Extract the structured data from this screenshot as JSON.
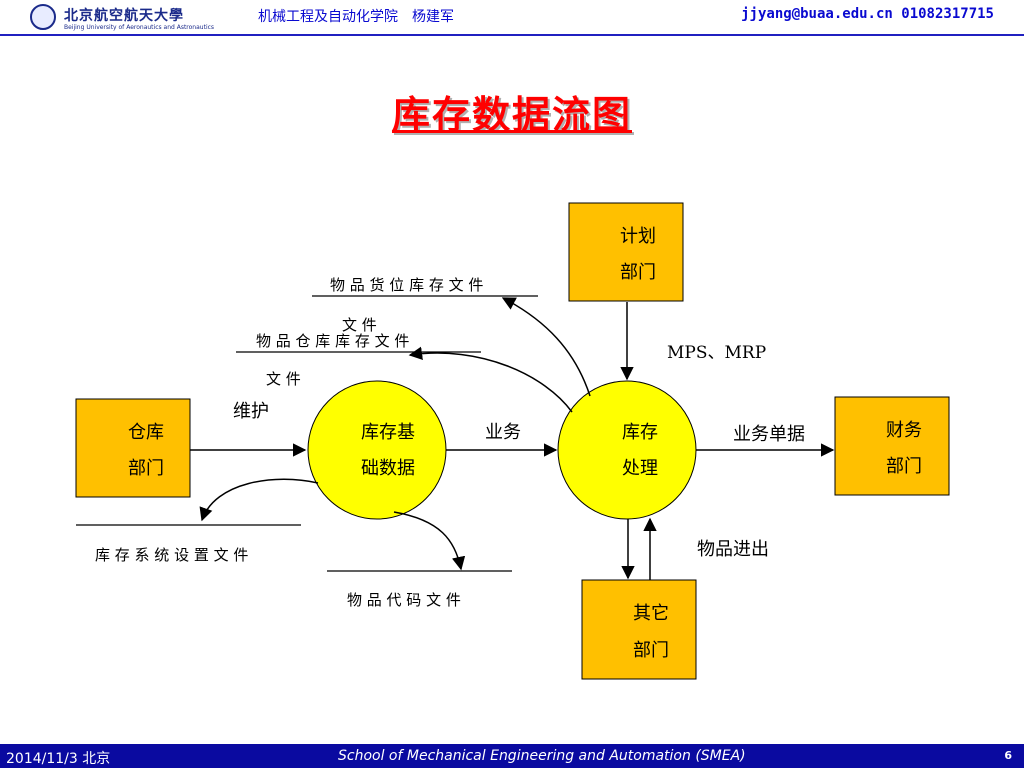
{
  "header": {
    "logo_text": "北京航空航天大學",
    "logo_subtext": "Beijing University of Aeronautics and Astronautics",
    "department": "机械工程及自动化学院　杨建军",
    "contact": "jjyang@buaa.edu.cn  01082317715"
  },
  "slide": {
    "title": "库存数据流图"
  },
  "diagram": {
    "entities": {
      "warehouse": [
        "仓库",
        "部门"
      ],
      "planning": [
        "计划",
        "部门"
      ],
      "finance": [
        "财务",
        "部门"
      ],
      "other": [
        "其它",
        "部门"
      ]
    },
    "processes": {
      "inventory_base": [
        "库存基",
        "础数据"
      ],
      "inventory_proc": [
        "库存",
        "处理"
      ]
    },
    "data_stores": {
      "goods_location": "物 品 货 位 库 存 文 件",
      "goods_location_overflow": "文 件",
      "goods_warehouse": "物 品 仓 库 库 存 文 件",
      "goods_warehouse_overflow": "文 件",
      "inventory_settings": "库 存  系 统 设 置 文 件",
      "goods_code": "物 品 代 码 文 件"
    },
    "flows": {
      "maintain": "维护",
      "business": "业务",
      "mps_mrp": "MPS、MRP",
      "business_doc": "业务单据",
      "goods_inout": "物品进出"
    },
    "colors": {
      "entity_fill": "#ffc000",
      "process_fill": "#ffff00",
      "stroke": "#000000"
    }
  },
  "footer": {
    "date": "2014/11/3 北京",
    "school": "School of Mechanical Engineering and Automation (SMEA)",
    "page": "6"
  }
}
